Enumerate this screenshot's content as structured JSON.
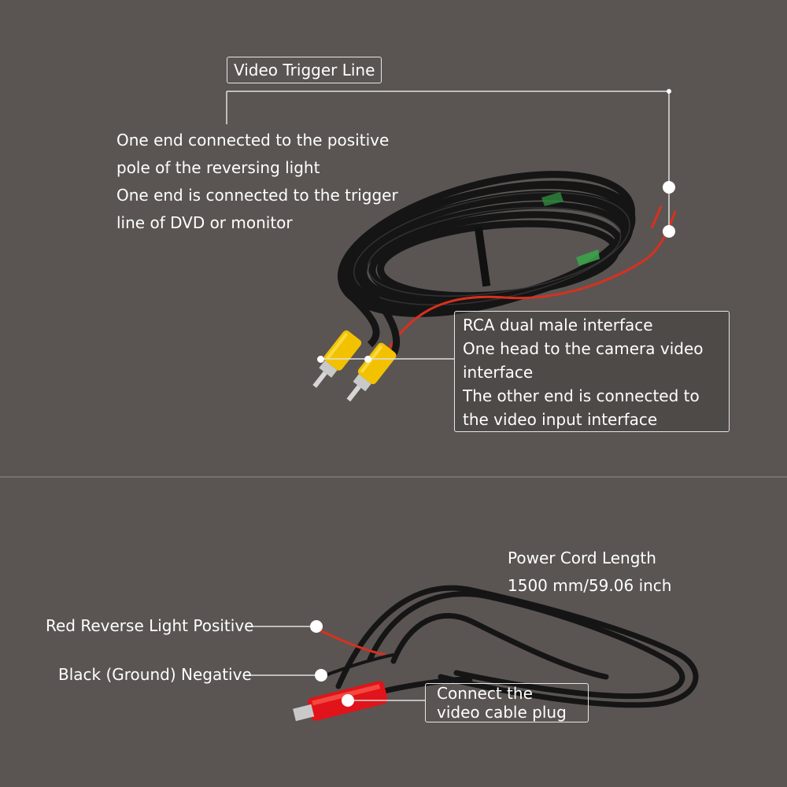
{
  "top": {
    "trigger_label": "Video Trigger Line",
    "trigger_desc": [
      "One end connected to the positive",
      "pole of the reversing light",
      "One end is connected to the trigger",
      "line of DVD or monitor"
    ],
    "rca_desc": [
      "RCA dual male interface",
      "One head to the camera video",
      "interface",
      "The other end is connected to",
      "the video input interface"
    ]
  },
  "bottom": {
    "power_title": "Power Cord Length",
    "power_length": "1500 mm/59.06 inch",
    "red_label": "Red Reverse Light Positive",
    "black_label": "Black (Ground) Negative",
    "plug_desc": [
      "Connect the",
      "video cable plug"
    ]
  },
  "colors": {
    "background": "#5a5552",
    "cable": "#151515",
    "red_wire": "#d9301f",
    "rca_yellow": "#f2c200",
    "plug_red": "#e0141a"
  }
}
